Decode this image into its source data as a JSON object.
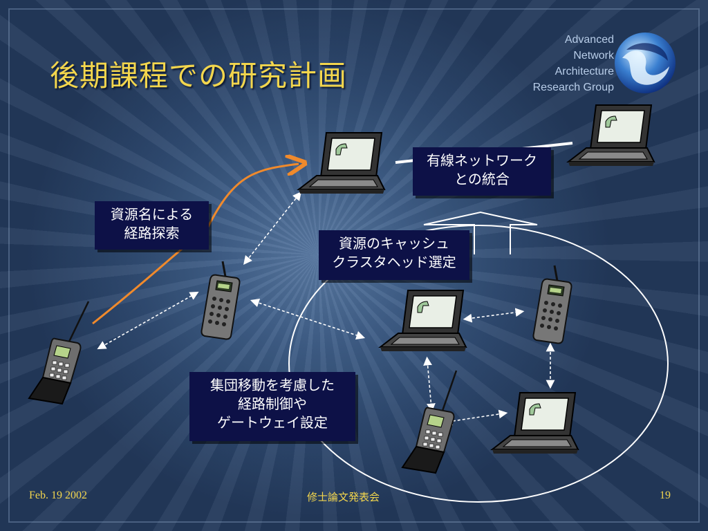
{
  "title": "後期課程での研究計画",
  "brand": {
    "line1": "Advanced",
    "line2": "Network",
    "line3": "Architecture",
    "line4": "Research Group"
  },
  "boxes": {
    "resource_search": [
      "資源名による",
      "経路探索"
    ],
    "wired_integration": [
      "有線ネットワーク",
      "との統合"
    ],
    "cache_head": [
      "資源のキャッシュ",
      "クラスタヘッド選定"
    ],
    "group_mobility": [
      "集団移動を考慮した",
      "経路制御や",
      "ゲートウェイ設定"
    ]
  },
  "footer": {
    "date": "Feb. 19 2002",
    "event": "修士論文発表会",
    "page": "19"
  },
  "colors": {
    "title": "#f3d64d",
    "box_bg": "#0d1147",
    "search_arrow": "#f08a2c"
  }
}
